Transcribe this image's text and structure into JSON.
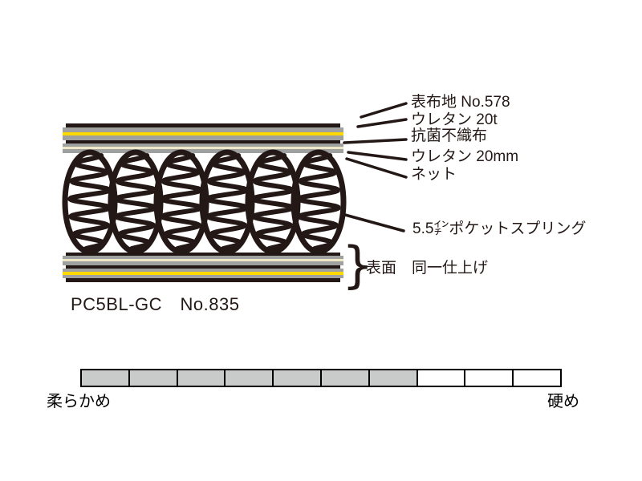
{
  "colors": {
    "ink": "#231815",
    "layer_gray": "#9fa0a0",
    "layer_yellow": "#ffd800",
    "layer_cream": "#efe8c6",
    "scale_fill": "#c9caca",
    "background": "#ffffff"
  },
  "diagram": {
    "product_label": "PC5BL-GC　No.835",
    "spring_count": 6,
    "layer_labels": [
      "表布地 No.578",
      "ウレタン 20t",
      "抗菌不織布",
      "ウレタン 20mm",
      "ネット"
    ],
    "spring_label": "5.5㌅ポケットスプリング",
    "brace": "}",
    "surface_note": "表面　同一仕上げ"
  },
  "hardness_scale": {
    "segments_total": 10,
    "segments_filled": 7,
    "left_label": "柔らかめ",
    "right_label": "硬め"
  }
}
